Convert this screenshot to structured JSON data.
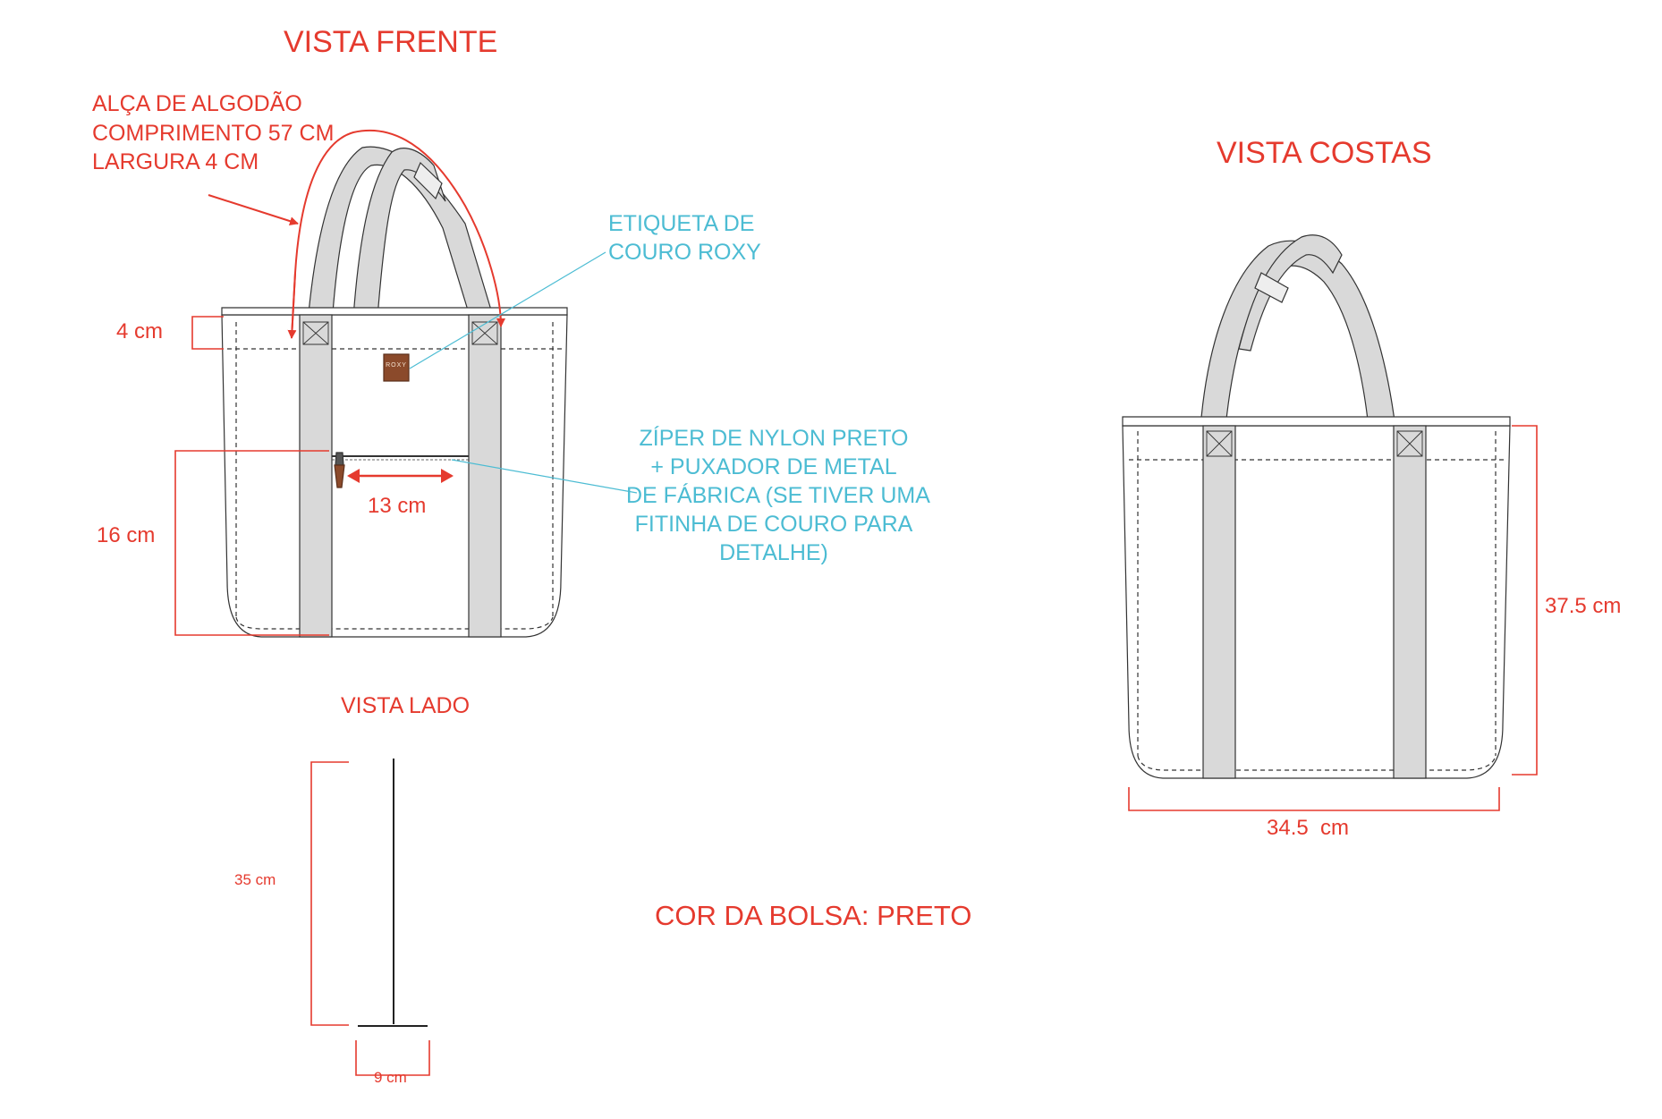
{
  "views": {
    "front": {
      "title": "VISTA FRENTE"
    },
    "back": {
      "title": "VISTA COSTAS"
    },
    "side": {
      "title": "VISTA LADO"
    }
  },
  "annotations": {
    "handle": [
      "ALÇA DE ALGODÃO",
      "COMPRIMENTO 57 CM",
      "LARGURA 4 CM"
    ],
    "label": [
      "ETIQUETA DE",
      "COURO ROXY"
    ],
    "zipper": [
      "ZÍPER DE NYLON PRETO",
      "+ PUXADOR DE METAL",
      "DE FÁBRICA (SE TIVER UMA",
      "FITINHA DE COURO PARA",
      "DETALHE)"
    ],
    "brand_tag": "ROXY",
    "bag_color": "COR DA BOLSA: PRETO"
  },
  "dimensions": {
    "top_band": "4 cm",
    "zip_length": "13 cm",
    "pocket_height": "16 cm",
    "back_height": "37.5 cm",
    "back_width": "34.5  cm",
    "side_height": "35 cm",
    "side_depth": "9 cm"
  },
  "colors": {
    "annotation_red": "#e53a2e",
    "annotation_cyan": "#4cbcd3",
    "strap_gray": "#d9d9d9",
    "outline": "#333333",
    "leather_tag": "#8b4a2b"
  }
}
